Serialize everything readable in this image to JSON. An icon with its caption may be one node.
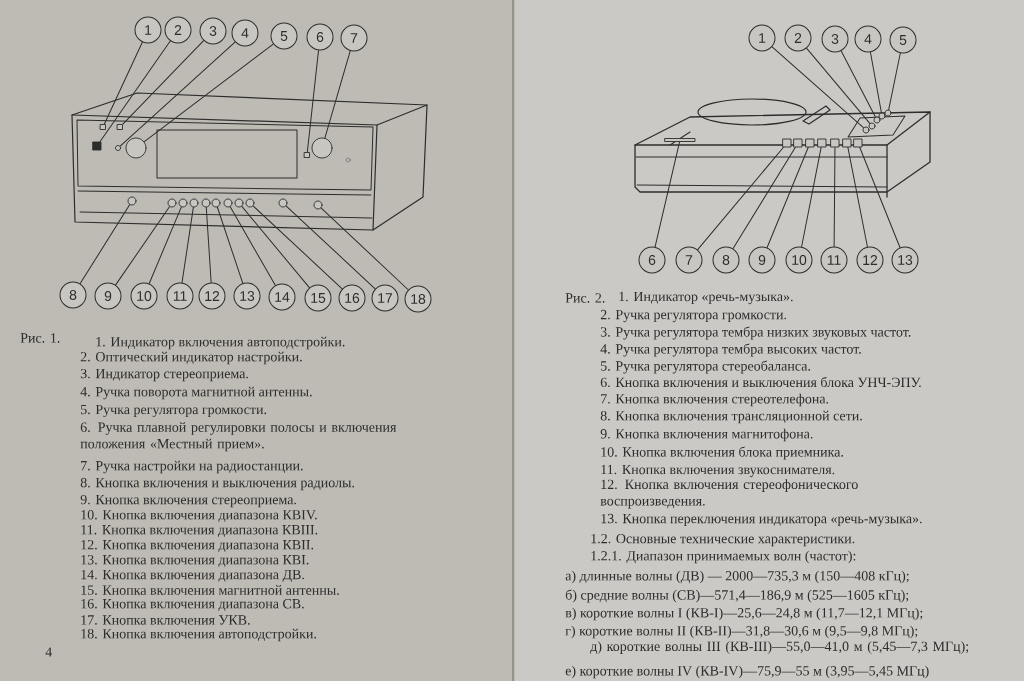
{
  "diagram": {
    "nodes": [
      {
        "text": [
          "1"
        ]
      },
      {
        "text": [
          "2"
        ]
      },
      {
        "text": [
          "3"
        ]
      },
      {
        "text": [
          "4"
        ]
      },
      {
        "text": [
          "5"
        ]
      },
      {
        "text": [
          "6"
        ]
      },
      {
        "text": [
          "7"
        ]
      },
      {
        "text": [
          "8"
        ]
      },
      {
        "text": [
          "9"
        ]
      },
      {
        "text": [
          "10"
        ]
      },
      {
        "text": [
          "11"
        ]
      },
      {
        "text": [
          "12"
        ]
      },
      {
        "text": [
          "13"
        ]
      },
      {
        "text": [
          "14"
        ]
      },
      {
        "text": [
          "15"
        ]
      },
      {
        "text": [
          "16"
        ]
      },
      {
        "text": [
          "17"
        ]
      },
      {
        "text": [
          "18"
        ]
      },
      {
        "text": [
          "1"
        ]
      },
      {
        "text": [
          "2"
        ]
      },
      {
        "text": [
          "3"
        ]
      },
      {
        "text": [
          "4"
        ]
      },
      {
        "text": [
          "5"
        ]
      },
      {
        "text": [
          "6"
        ]
      },
      {
        "text": [
          "7"
        ]
      },
      {
        "text": [
          "8"
        ]
      },
      {
        "text": [
          "9"
        ]
      },
      {
        "text": [
          "10"
        ]
      },
      {
        "text": [
          "11"
        ]
      },
      {
        "text": [
          "12"
        ]
      },
      {
        "text": [
          "13"
        ]
      },
      {
        "text": [],
        "shape": "box"
      },
      {
        "text": [],
        "shape": "box"
      },
      {
        "text": [],
        "shape": "box"
      },
      {
        "text": [],
        "shape": "circle"
      },
      {
        "text": [],
        "shape": "circle"
      },
      {
        "text": [],
        "shape": "box"
      },
      {
        "text": [],
        "shape": "circle"
      },
      {
        "text": [],
        "shape": "circle"
      },
      {
        "text": [],
        "shape": "circle"
      },
      {
        "text": [],
        "shape": "circle"
      },
      {
        "text": [],
        "shape": "circle"
      },
      {
        "text": [],
        "shape": "circle"
      },
      {
        "text": [],
        "shape": "circle"
      },
      {
        "text": [],
        "shape": "circle"
      },
      {
        "text": [],
        "shape": "circle"
      },
      {
        "text": [],
        "shape": "circle"
      },
      {
        "text": [],
        "shape": "circle"
      },
      {
        "text": [],
        "shape": "circle"
      },
      {
        "text": [],
        "shape": "circle"
      },
      {
        "text": [],
        "shape": "circle"
      },
      {
        "text": [],
        "shape": "circle"
      },
      {
        "text": [],
        "shape": "circle"
      },
      {
        "text": [],
        "shape": "circle"
      },
      {
        "text": [],
        "shape": "bar"
      },
      {
        "text": [],
        "shape": "box"
      },
      {
        "text": [],
        "shape": "box"
      },
      {
        "text": [],
        "shape": "box"
      },
      {
        "text": [],
        "shape": "box"
      },
      {
        "text": [],
        "shape": "box"
      },
      {
        "text": [],
        "shape": "box"
      },
      {
        "text": [],
        "shape": "box"
      }
    ],
    "edges": [
      {
        "from": 0,
        "to": 31,
        "arrow": "none"
      },
      {
        "from": 1,
        "to": 32,
        "arrow": "none"
      },
      {
        "from": 2,
        "to": 33,
        "arrow": "none"
      },
      {
        "from": 3,
        "to": 34,
        "arrow": "none"
      },
      {
        "from": 4,
        "to": 35,
        "arrow": "none"
      },
      {
        "from": 5,
        "to": 36,
        "arrow": "none"
      },
      {
        "from": 6,
        "to": 37,
        "arrow": "none"
      },
      {
        "from": 7,
        "to": 38,
        "arrow": "none"
      },
      {
        "from": 8,
        "to": 39,
        "arrow": "none"
      },
      {
        "from": 9,
        "to": 40,
        "arrow": "none"
      },
      {
        "from": 10,
        "to": 41,
        "arrow": "none"
      },
      {
        "from": 11,
        "to": 42,
        "arrow": "none"
      },
      {
        "from": 12,
        "to": 43,
        "arrow": "none"
      },
      {
        "from": 13,
        "to": 44,
        "arrow": "none"
      },
      {
        "from": 14,
        "to": 45,
        "arrow": "none"
      },
      {
        "from": 15,
        "to": 46,
        "arrow": "none"
      },
      {
        "from": 16,
        "to": 47,
        "arrow": "none"
      },
      {
        "from": 17,
        "to": 48,
        "arrow": "none"
      },
      {
        "from": 18,
        "to": 49,
        "arrow": "none"
      },
      {
        "from": 19,
        "to": 50,
        "arrow": "none"
      },
      {
        "from": 20,
        "to": 51,
        "arrow": "none"
      },
      {
        "from": 21,
        "to": 52,
        "arrow": "none"
      },
      {
        "from": 22,
        "to": 53,
        "arrow": "none"
      },
      {
        "from": 23,
        "to": 54,
        "arrow": "none"
      },
      {
        "from": 24,
        "to": 55,
        "arrow": "none"
      },
      {
        "from": 25,
        "to": 56,
        "arrow": "none"
      },
      {
        "from": 26,
        "to": 57,
        "arrow": "none"
      },
      {
        "from": 27,
        "to": 58,
        "arrow": "none"
      },
      {
        "from": 28,
        "to": 59,
        "arrow": "none"
      },
      {
        "from": 29,
        "to": 60,
        "arrow": "none"
      },
      {
        "from": 30,
        "to": 61,
        "arrow": "none"
      }
    ],
    "labels": [
      "Рис. 1.",
      "1. Индикатор включения автоподстройки.",
      "2. Оптический индикатор настройки.",
      "3. Индикатор стереоприема.",
      "4. Ручка поворота магнитной антенны.",
      "5. Ручка регулятора громкости.",
      "6. Ручка плавной регулировки полосы и включения положения «Местный прием».",
      "7. Ручка настройки на радиостанции.",
      "8. Кнопка включения и выключения радиолы.",
      "9. Кнопка включения стереоприема.",
      "10. Кнопка включения диапазона КВIV.",
      "11. Кнопка включения диапазона КВIII.",
      "12. Кнопка включения диапазона КВII.",
      "13. Кнопка включения диапазона КВI.",
      "14. Кнопка включения диапазона ДВ.",
      "15. Кнопка включения магнитной антенны.",
      "16. Кнопка включения диапазона СВ.",
      "17. Кнопка включения УКВ.",
      "18. Кнопка включения автоподстройки.",
      "4",
      "Рис. 2.",
      "1. Индикатор «речь-музыка».",
      "2. Ручка регулятора громкости.",
      "3. Ручка регулятора тембра низких звуковых частот.",
      "4. Ручка регулятора тембра высоких частот.",
      "5. Ручка регулятора стереобаланса.",
      "6. Кнопка включения и выключения блока УНЧ-ЭПУ.",
      "7. Кнопка включения стереотелефона.",
      "8. Кнопка включения трансляционной сети.",
      "9. Кнопка включения магнитофона.",
      "10. Кнопка включения блока приемника.",
      "11. Кнопка включения звукоснимателя.",
      "12. Кнопка включения стереофонического воспроизведения.",
      "13. Кнопка переключения индикатора «речь-музыка».",
      "1.2. Основные технические характеристики.",
      "1.2.1. Диапазон принимаемых волн (частот):",
      "а) длинные волны (ДВ) — 2000—735,3 м (150—408 кГц);",
      "б) средние волны (СВ)—571,4—186,9 м (525—1605 кГц);",
      "в) короткие волны I (КВ-I)—25,6—24,8 м (11,7—12,1 МГц);",
      "г) короткие волны II (КВ-II)—31,8—30,6 м (9,5—9,8 МГц);",
      "д) короткие волны III (КВ-III)—55,0—41,0 м (5,45—7,3 МГц);",
      "е) короткие волны IV (КВ-IV)—75,9—55 м (3,95—5,45 МГц)"
    ]
  }
}
